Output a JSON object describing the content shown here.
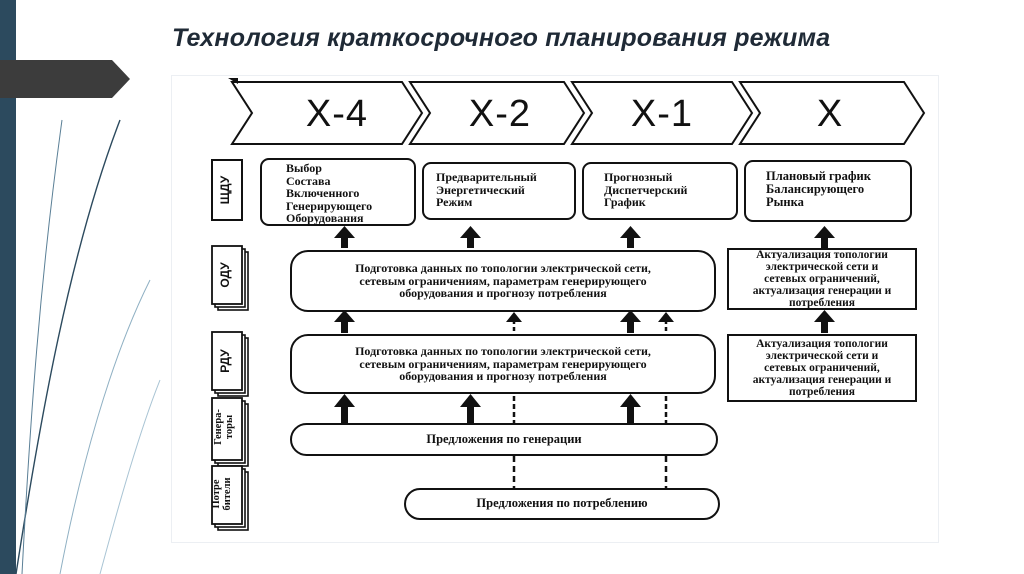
{
  "slide": {
    "title": "Технология краткосрочного планирования режима"
  },
  "stages": [
    "Х-4",
    "Х-2",
    "Х-1",
    "Х"
  ],
  "levels": {
    "sdu": "ЩДУ",
    "odu": "ОДУ",
    "rdu": "РДУ",
    "generators": "Генера-\nторы",
    "consumers": "Потре\nбители"
  },
  "sdu_boxes": [
    "Выбор\nСостава\nВключенного\nГенерирующего\nОборудования",
    "Предварительный\nЭнергетический\nРежим",
    "Прогнозный\nДиспетчерский\nГрафик",
    "Плановый график\nБалансирующего\nРынка"
  ],
  "odu_prep": "Подготовка данных по топологии электрической сети,\nсетевым ограничениям, параметрам генерирующего\nоборудования и прогнозу потребления",
  "rdu_prep": "Подготовка данных по топологии электрической сети,\nсетевым ограничениям, параметрам  генерирующего\nоборудования и  прогнозу потребления",
  "odu_update": "Актуализация топологии\nэлектрической сети и\nсетевых ограничений,\nактуализация генерации и\nпотребления",
  "rdu_update": "Актуализация топологии\nэлектрической сети и\nсетевых ограничений,\nактуализация генерации и\nпотребления",
  "generation_proposals": "Предложения по генерации",
  "consumption_proposals": "Предложения по потреблению"
}
